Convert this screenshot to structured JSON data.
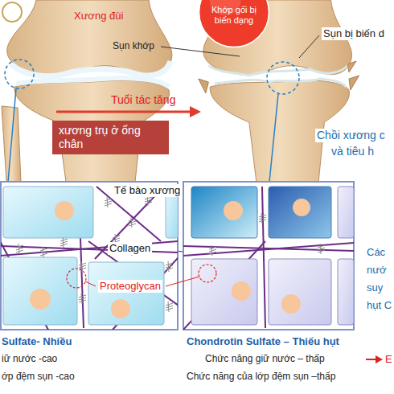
{
  "diagram": {
    "nodes": [
      {
        "text": [
          "Khớp gối bị biến dạng"
        ]
      },
      {
        "text": [
          "xương trụ ở ống chân"
        ]
      }
    ],
    "labels": [
      "Xương đùi",
      "Sụn khớp",
      "Sụn bị biến d",
      "Tuổi tác tăng",
      "Chồi xương c",
      "và tiêu h",
      "Tế bào xương",
      "Collagen",
      "Proteoglycan",
      "Sulfate- Nhiều",
      "iữ nước -cao",
      "ớp đệm sụn -cao",
      "Chondrotin Sulfate – Thiếu hụt",
      "Chức năng giữ nước – thấp",
      "Chức năng của lớp đệm sụn –thấp",
      "E",
      "Các",
      "nướ",
      "suy",
      "hụt C"
    ]
  }
}
